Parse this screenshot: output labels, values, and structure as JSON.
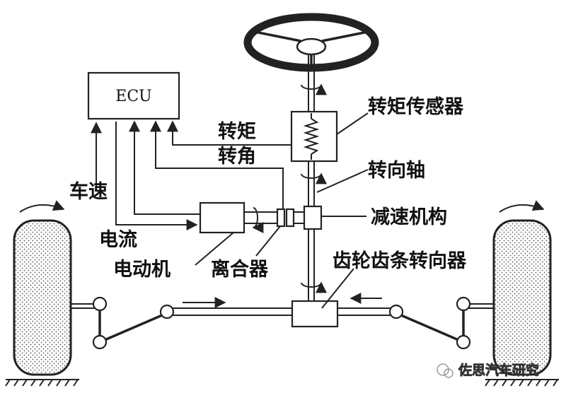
{
  "labels": {
    "ecu": "ECU",
    "torque_sensor": "转矩传感器",
    "torque": "转矩",
    "steering_angle": "转角",
    "steering_shaft": "转向轴",
    "reducer": "减速机构",
    "vehicle_speed": "车速",
    "current": "电流",
    "motor": "电动机",
    "clutch": "离合器",
    "rack_pinion": "齿轮齿条转向器"
  },
  "watermark": "佐思汽车研究",
  "colors": {
    "line": "#222222",
    "background": "#ffffff"
  }
}
